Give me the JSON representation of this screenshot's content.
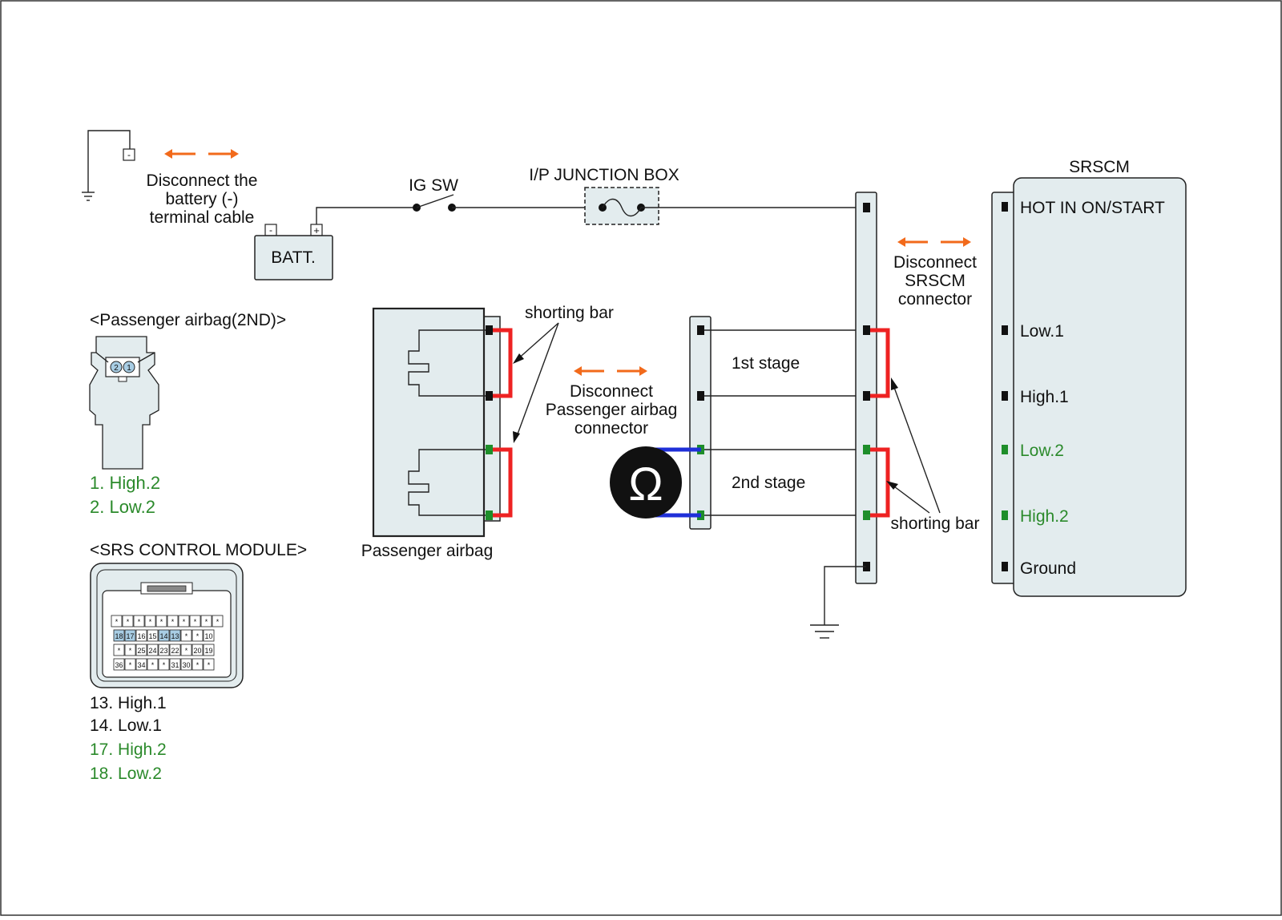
{
  "battery_note": [
    "Disconnect the",
    "battery (-)",
    "terminal cable"
  ],
  "battery": {
    "label": "BATT.",
    "minus": "-",
    "plus": "+"
  },
  "ground_terminal": "-",
  "ig_sw": "IG SW",
  "junction_box": "I/P JUNCTION BOX",
  "srscm": {
    "title": "SRSCM",
    "pins": [
      {
        "label": "HOT IN ON/START",
        "color": "#111111"
      },
      {
        "label": "Low.1",
        "color": "#111111"
      },
      {
        "label": "High.1",
        "color": "#111111"
      },
      {
        "label": "Low.2",
        "color": "#2b8a2b"
      },
      {
        "label": "High.2",
        "color": "#2b8a2b"
      },
      {
        "label": "Ground",
        "color": "#111111"
      }
    ]
  },
  "srscm_note": [
    "Disconnect",
    "SRSCM",
    "connector"
  ],
  "airbag_note": [
    "Disconnect",
    "Passenger airbag",
    "connector"
  ],
  "shorting_bar_left": "shorting bar",
  "shorting_bar_right": "shorting bar",
  "stage1": "1st stage",
  "stage2": "2nd stage",
  "ohm_symbol": "Ω",
  "passenger_airbag": "Passenger airbag",
  "passenger_connector": {
    "title": "<Passenger airbag(2ND)>",
    "pin_numbers": [
      "2",
      "1"
    ],
    "pins": [
      "1. High.2",
      "2. Low.2"
    ]
  },
  "srs_module": {
    "title": "<SRS CONTROL MODULE>",
    "grid": [
      [
        "*",
        "*",
        "*",
        "*",
        "*",
        "*",
        "*",
        "*",
        "*",
        "*"
      ],
      [
        "18",
        "17",
        "16",
        "15",
        "14",
        "13",
        "*",
        "*",
        "10"
      ],
      [
        "*",
        "*",
        "25",
        "24",
        "23",
        "22",
        "*",
        "20",
        "19"
      ],
      [
        "36",
        "*",
        "34",
        "*",
        "*",
        "31",
        "30",
        "*",
        "*"
      ]
    ],
    "highlight": [
      "18",
      "17",
      "14",
      "13"
    ],
    "pins": [
      {
        "label": "13. High.1",
        "color": "#111111"
      },
      {
        "label": "14. Low.1",
        "color": "#111111"
      },
      {
        "label": "17. High.2",
        "color": "#2b8a2b"
      },
      {
        "label": "18. Low.2",
        "color": "#2b8a2b"
      }
    ]
  },
  "colors": {
    "accent_orange": "#f26a1b",
    "shorting_red": "#ee2222",
    "meter_blue": "#1f2fd8",
    "pin_green": "#2b8a2b",
    "panel_fill": "#e3ecee"
  }
}
